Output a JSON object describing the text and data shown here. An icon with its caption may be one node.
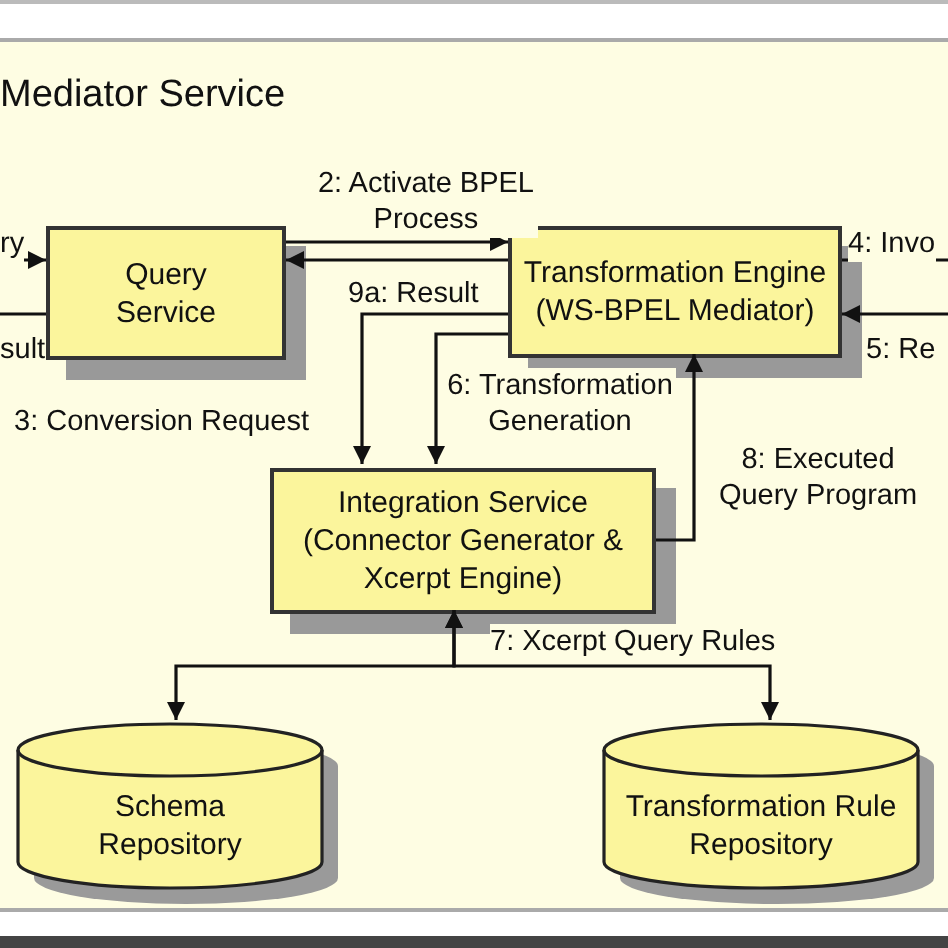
{
  "diagram": {
    "nodes": [
      {
        "text": [
          "Mediator Service"
        ]
      },
      {
        "text": [
          "Query Service"
        ],
        "in": 0
      },
      {
        "text": [
          "Transformation Engine (WS-BPEL Mediator)"
        ],
        "in": 0
      },
      {
        "text": [
          "Integration Service (Connector Generator & Xcerpt Engine)"
        ],
        "in": 0
      },
      {
        "text": [
          "Schema Repository"
        ],
        "in": 0
      },
      {
        "text": [
          "Transformation Rule Repository"
        ],
        "in": 0
      }
    ],
    "edges": [
      {
        "from": null,
        "to": 1,
        "arrow": "to",
        "label": "ry"
      },
      {
        "from": 1,
        "to": null,
        "arrow": "none",
        "label": "sult"
      },
      {
        "from": 1,
        "to": 2,
        "arrow": "to",
        "label": "2: Activate BPEL Process"
      },
      {
        "from": 2,
        "to": 1,
        "arrow": "to",
        "label": "9a: Result"
      },
      {
        "from": 2,
        "to": null,
        "arrow": "none",
        "label": "4: Invo"
      },
      {
        "from": null,
        "to": 2,
        "arrow": "to",
        "label": "5: Re"
      },
      {
        "from": 2,
        "to": 3,
        "arrow": "to",
        "label": "3: Conversion Request"
      },
      {
        "from": 2,
        "to": 3,
        "arrow": "to",
        "label": "6: Transformation Generation"
      },
      {
        "from": 3,
        "to": 2,
        "arrow": "to",
        "label": "8: Executed Query Program"
      },
      {
        "from": 3,
        "to": 4,
        "arrow": "both",
        "label": "7: Xcerpt Query Rules"
      },
      {
        "from": 3,
        "to": 5,
        "arrow": "both"
      }
    ]
  }
}
